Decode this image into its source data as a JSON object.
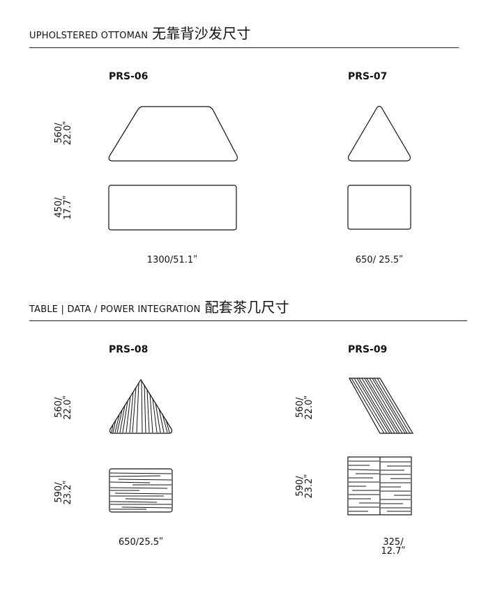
{
  "section1": {
    "title_en": "UPHOLSTERED OTTOMAN",
    "title_zh": "无靠背沙发尺寸",
    "items": [
      {
        "model": "PRS-06",
        "dim_top_a": "560/",
        "dim_top_b": "22.0ʺ",
        "dim_bottom_a": "450/",
        "dim_bottom_b": "17.7ʺ",
        "width": "1300/51.1ʺ"
      },
      {
        "model": "PRS-07",
        "width": "650/ 25.5ʺ"
      }
    ]
  },
  "section2": {
    "title_en": "TABLE  |  DATA / POWER INTEGRATION",
    "title_zh": "配套茶几尺寸",
    "items": [
      {
        "model": "PRS-08",
        "dim_top_a": "560/",
        "dim_top_b": "22.0ʺ",
        "dim_bottom_a": "590/",
        "dim_bottom_b": "23.2ʺ",
        "width": "650/25.5ʺ"
      },
      {
        "model": "PRS-09",
        "dim_top_a": "560/",
        "dim_top_b": "22.0ʺ",
        "dim_bottom_a": "590/",
        "dim_bottom_b": "23.2ʺ",
        "width_a": "325/",
        "width_b": "12.7ʺ"
      }
    ]
  }
}
